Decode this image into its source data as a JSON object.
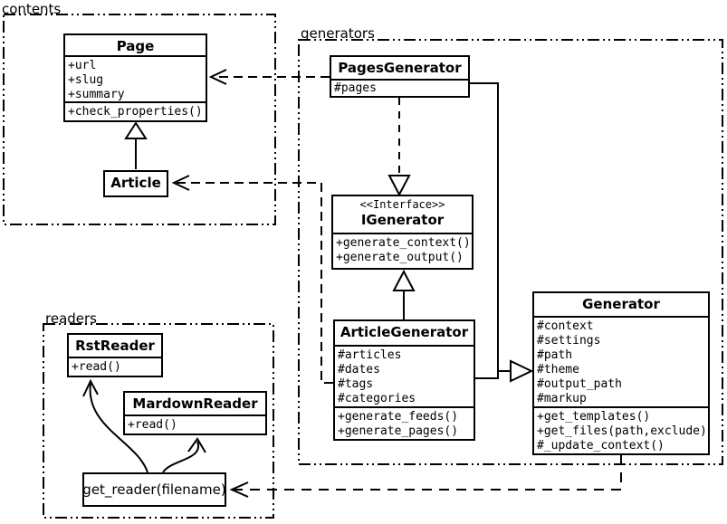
{
  "diagram_title": "UML class diagram",
  "colors": {
    "line": "#000000",
    "background": "#ffffff"
  },
  "packages": {
    "contents": {
      "label": "contents"
    },
    "generators": {
      "label": "generators"
    },
    "readers": {
      "label": "readers"
    }
  },
  "classes": {
    "page": {
      "title": "Page",
      "attributes": [
        "+url",
        "+slug",
        "+summary"
      ],
      "methods": [
        "+check_properties()"
      ]
    },
    "article": {
      "title": "Article"
    },
    "pages_generator": {
      "title": "PagesGenerator",
      "attributes": [
        "#pages"
      ]
    },
    "igenerator": {
      "stereotype": "<<Interface>>",
      "title": "IGenerator",
      "methods": [
        "+generate_context()",
        "+generate_output()"
      ]
    },
    "article_generator": {
      "title": "ArticleGenerator",
      "attributes": [
        "#articles",
        "#dates",
        "#tags",
        "#categories"
      ],
      "methods": [
        "+generate_feeds()",
        "+generate_pages()"
      ]
    },
    "generator": {
      "title": "Generator",
      "attributes": [
        "#context",
        "#settings",
        "#path",
        "#theme",
        "#output_path",
        "#markup"
      ],
      "methods": [
        "+get_templates()",
        "+get_files(path,exclude)",
        "#_update_context()"
      ]
    },
    "rst_reader": {
      "title": "RstReader",
      "methods": [
        "+read()"
      ]
    },
    "mardown_reader": {
      "title": "MardownReader",
      "methods": [
        "+read()"
      ]
    },
    "get_reader": {
      "label": "get_reader(filename)"
    }
  }
}
